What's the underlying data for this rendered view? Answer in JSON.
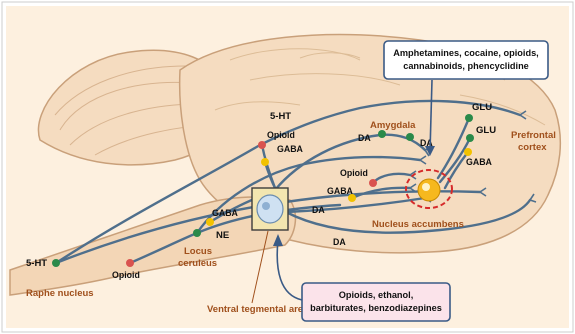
{
  "callouts": {
    "top": [
      "Amphetamines, cocaine, opioids,",
      "cannabinoids, phencyclidine"
    ],
    "bottom": [
      "Opioids, ethanol,",
      "barbiturates, benzodiazepines"
    ]
  },
  "regions": {
    "raphe": "Raphe nucleus",
    "locus": [
      "Locus",
      "ceruleus"
    ],
    "vta": "Ventral tegmental area",
    "amygdala": "Amygdala",
    "accumbens": "Nucleus accumbens",
    "prefrontal": [
      "Prefrontal",
      "cortex"
    ]
  },
  "transmitters": {
    "five_ht_left": "5-HT",
    "opioid_left": "Opioid",
    "gaba_locus": "GABA",
    "ne": "NE",
    "five_ht_top": "5-HT",
    "opioid_top": "Opioid",
    "gaba_top": "GABA",
    "da_amygdala": "DA",
    "da_amygdala2": "DA",
    "opioid_mid": "Opioid",
    "gaba_mid": "GABA",
    "da_vta": "DA",
    "da_lower": "DA",
    "glu_top": "GLU",
    "glu_mid": "GLU",
    "gaba_right": "GABA"
  },
  "colors": {
    "background": "#fdf0df",
    "brain_fill": "#f5dcc0",
    "brain_edge": "#c9a07a",
    "pathway": "#4f6f8c",
    "serotonin_green": "#2a8a4a",
    "opioid_red": "#d9534f",
    "gaba_yellow": "#f2c200",
    "region_text": "#a0501c",
    "accumbens_ring": "#d62b2b",
    "callout_border": "#3a5a86",
    "callout_top_fill": "#ffffff",
    "callout_bottom_fill": "#fbe3ea"
  }
}
